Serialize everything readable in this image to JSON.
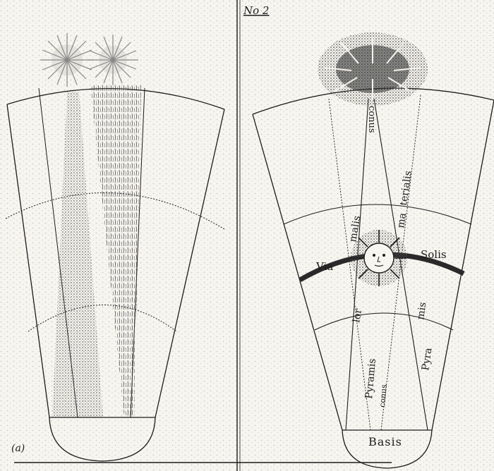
{
  "plate_number": "No 2",
  "figure_letter": "(a)",
  "labels": {
    "conus_top": "conus",
    "materialis_1": "ma",
    "materialis_2": "terialis",
    "malis": "malis",
    "via": "Via",
    "solis": "Solis",
    "lor": "lor",
    "mis": "mis",
    "pyra": "Pyra",
    "pyramis": "Pyramis",
    "conus_bottom": "conus",
    "basis": "Basis"
  },
  "colors": {
    "paper": "#f7f5ef",
    "ink": "#1c1c1c",
    "speckle": "#9a9a9a"
  }
}
